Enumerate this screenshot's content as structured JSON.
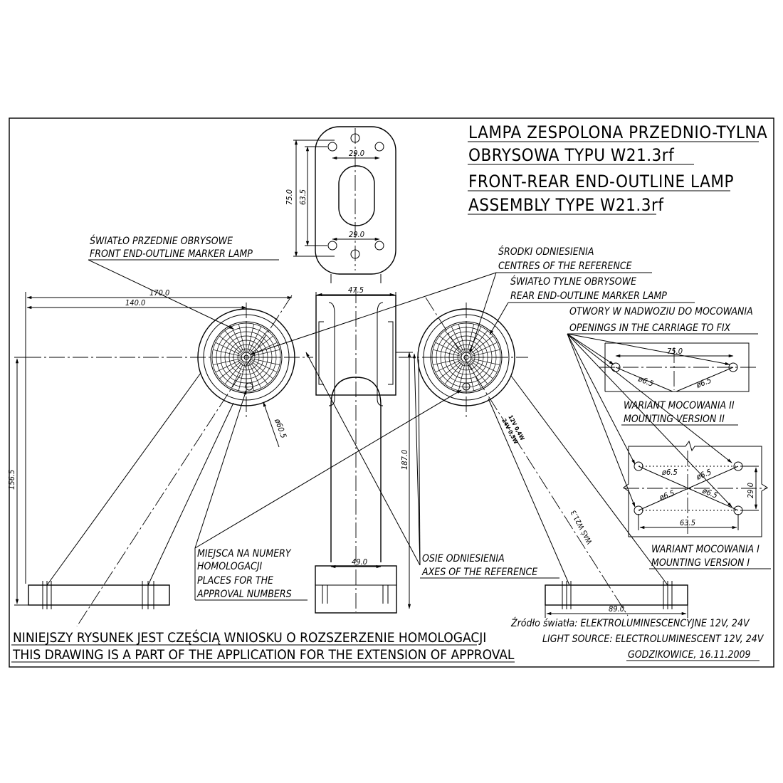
{
  "title": {
    "line1": "LAMPA ZESPOLONA PRZEDNIO-TYLNA",
    "line2": "OBRYSOWA TYPU W21.3rf",
    "line3": "FRONT-REAR END-OUTLINE LAMP",
    "line4": "ASSEMBLY TYPE W21.3rf"
  },
  "labels": {
    "front_pl": "ŚWIATŁO PRZEDNIE OBRYSOWE",
    "front_en": "FRONT END-OUTLINE MARKER LAMP",
    "centres_pl": "ŚRODKI ODNIESIENIA",
    "centres_en": "CENTRES OF THE REFERENCE",
    "rear_pl": "ŚWIATŁO TYLNE OBRYSOWE",
    "rear_en": "REAR END-OUTLINE MARKER LAMP",
    "openings_pl": "OTWORY W NADWOZIU DO MOCOWANIA",
    "openings_en": "OPENINGS IN THE CARRIAGE TO FIX",
    "variant2_pl": "WARIANT MOCOWANIA II",
    "variant2_en": "MOUNTING VERSION II",
    "variant1_pl": "WARIANT MOCOWANIA I",
    "variant1_en": "MOUNTING VERSION I",
    "approval_pl1": "MIEJSCA NA NUMERY",
    "approval_pl2": "HOMOLOGACJI",
    "approval_en1": "PLACES FOR THE",
    "approval_en2": "APPROVAL NUMBERS",
    "axes_pl": "OSIE ODNIESIENIA",
    "axes_en": "AXES OF THE REFERENCE",
    "source_pl": "Źródło światła: ELEKTROLUMINESCENCYJNE 12V, 24V",
    "source_en": "LIGHT SOURCE: ELECTROLUMINESCENT 12V, 24V",
    "date": "GODZIKOWICE, 16.11.2009",
    "footer_pl": "NINIEJSZY RYSUNEK JEST CZĘŚCIĄ WNIOSKU O ROZSZERZENIE HOMOLOGACJI",
    "footer_en": "THIS DRAWING IS A PART OF THE APPLICATION FOR THE EXTENSION OF APPROVAL",
    "arm_marking": "WAŚ W21.3",
    "power_1": "12V 0,4W",
    "power_2": "24V 0,5W"
  },
  "dims": {
    "d290a": "29.0",
    "d290b": "29.0",
    "d750": "75.0",
    "d635": "63.5",
    "d475": "47.5",
    "d1700": "170.0",
    "d1400": "140.0",
    "d1565": "156.5",
    "d1870": "187.0",
    "d490": "49.0",
    "d890": "89.0",
    "d605": "ø60.5",
    "v2_750": "75.0",
    "v2_h1": "ø6.5",
    "v2_h2": "ø6.5",
    "v1_h1": "ø6.5",
    "v1_h2": "ø6.5",
    "v1_h3": "ø6.5",
    "v1_h4": "ø6.5",
    "v1_290": "29.0",
    "v1_635": "63.5"
  }
}
